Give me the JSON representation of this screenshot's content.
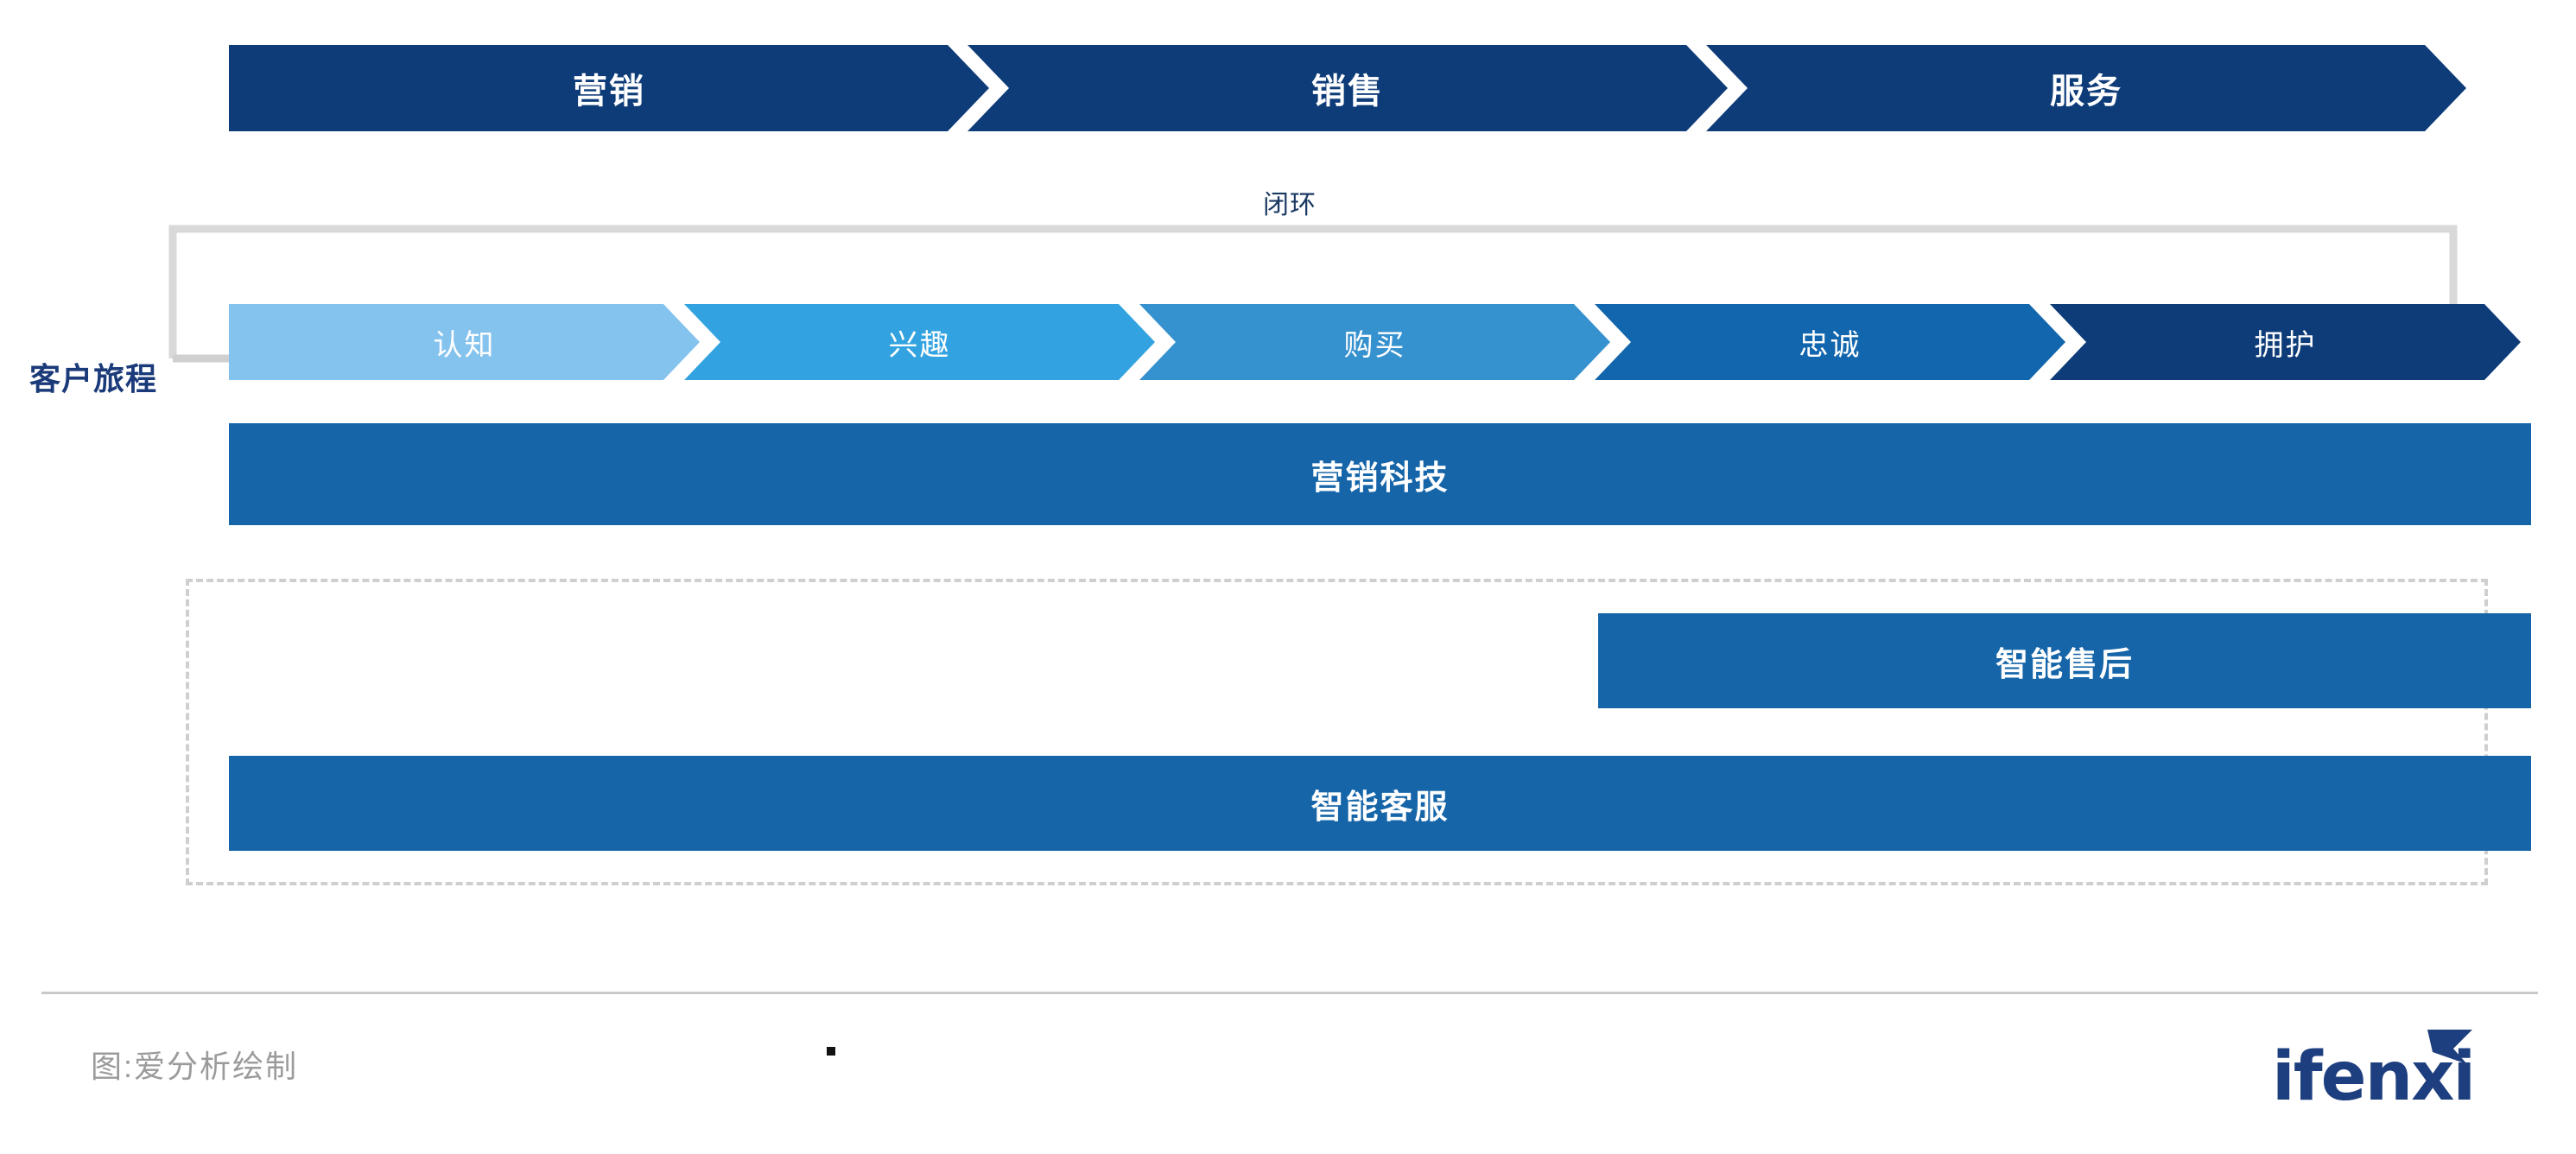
{
  "diagram": {
    "title_phases": [
      {
        "label": "营销",
        "color": "#0e3c79"
      },
      {
        "label": "销售",
        "color": "#0e3c79"
      },
      {
        "label": "服务",
        "color": "#0e3c79"
      }
    ],
    "loop": {
      "label": "闭环",
      "line_color": "#d9d9d9",
      "arrow_color": "#d0d0d0"
    },
    "journey": {
      "row_label": "客户旅程",
      "stages": [
        {
          "label": "认知",
          "color": "#85c3ef"
        },
        {
          "label": "兴趣",
          "color": "#32a3e0"
        },
        {
          "label": "购买",
          "color": "#3691cf"
        },
        {
          "label": "忠诚",
          "color": "#1266ad"
        },
        {
          "label": "拥护",
          "color": "#0e3c79"
        }
      ]
    },
    "bars": [
      {
        "label": "营销科技",
        "color": "#1565a8"
      },
      {
        "label": "智能售后",
        "color": "#1565a8"
      },
      {
        "label": "智能客服",
        "color": "#1565a8"
      }
    ],
    "dashed_group": {
      "border_color": "#cfcfcf",
      "style": "dashed"
    }
  },
  "footer": {
    "credit": "图:爱分析绘制",
    "rule_color": "#c9c9c9",
    "logo_text": "ifenxi",
    "logo_color": "#1e3f7f"
  }
}
